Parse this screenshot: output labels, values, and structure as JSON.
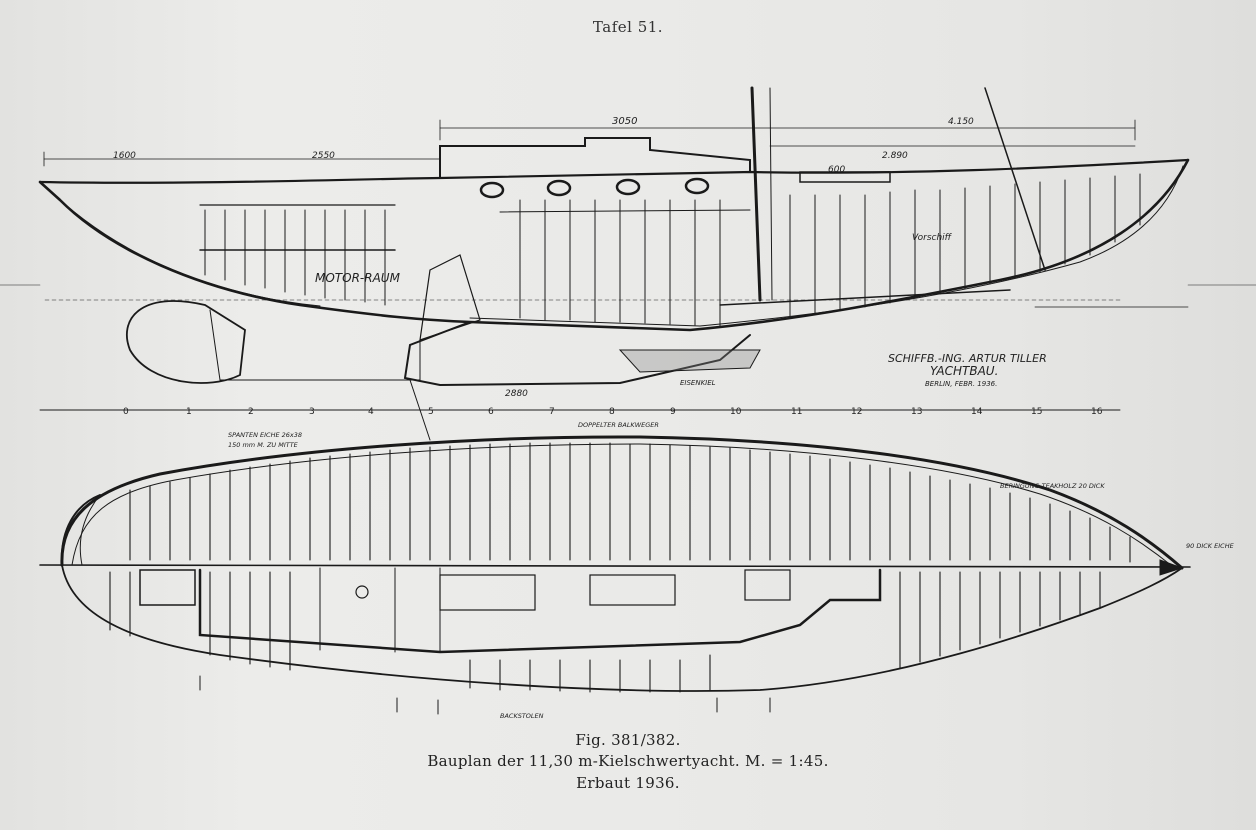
{
  "plate": {
    "title": "Tafel 51."
  },
  "caption": {
    "line1": "Fig. 381/382.",
    "line2": "Bauplan der 11,30 m-Kielschwertyacht. M. = 1:45.",
    "line3": "Erbaut 1936."
  },
  "stamp": {
    "line1": "SCHIFFB.-ING. ARTUR TILLER",
    "line2": "YACHTBAU.",
    "line3": "BERLIN, FEBR. 1936."
  },
  "profile_labels": {
    "motor_room": "MOTOR-RAUM",
    "forecastle": "Vorschiff",
    "iron_keel": "EISENKIEL",
    "overall_dim": "3050",
    "dim_2550": "2550",
    "dim_4150": "4.150",
    "dim_2880": "2880",
    "dim_1600": "1600",
    "dim_2890": "2.890",
    "dim_600": "600"
  },
  "station_numbers": [
    "0",
    "1",
    "2",
    "3",
    "4",
    "5",
    "6",
    "7",
    "8",
    "9",
    "10",
    "11",
    "12",
    "13",
    "14",
    "15",
    "16"
  ],
  "plan_labels": {
    "frames": "SPANTEN EICHE 26x38",
    "frame_spacing": "150 mm M. ZU MITTE",
    "deck_planking": "DOPPELTER BALKWEGER",
    "stem": "90 DICK EICHE",
    "margin": "BERINGUNG TEAKHOLZ 20 DICK",
    "bilge": "BACKSTOLEN"
  },
  "colors": {
    "paper": "#e8e8e6",
    "ink": "#1a1a1a"
  }
}
